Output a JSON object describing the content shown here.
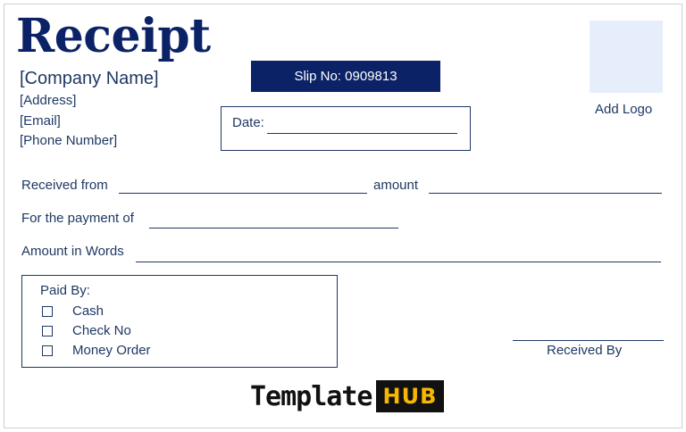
{
  "header": {
    "title": "Receipt",
    "company": "[Company Name]",
    "address": "[Address]",
    "email": "[Email]",
    "phone": "[Phone Number]"
  },
  "slip": {
    "label": "Slip No: 0909813"
  },
  "logo": {
    "label": "Add Logo"
  },
  "date": {
    "label": "Date:"
  },
  "fields": {
    "received_from": "Received from",
    "amount": "amount",
    "payment_of": "For the payment  of",
    "amount_words": "Amount  in Words"
  },
  "paid_by": {
    "title": "Paid By:",
    "options": [
      "Cash",
      "Check No",
      "Money Order"
    ]
  },
  "signature": {
    "label": "Received By"
  },
  "brand": {
    "main": "Template",
    "accent": "HUB"
  },
  "colors": {
    "primary": "#0b2266",
    "text": "#1f3864",
    "logo_placeholder": "#e6eefc",
    "accent": "#f5b700"
  }
}
